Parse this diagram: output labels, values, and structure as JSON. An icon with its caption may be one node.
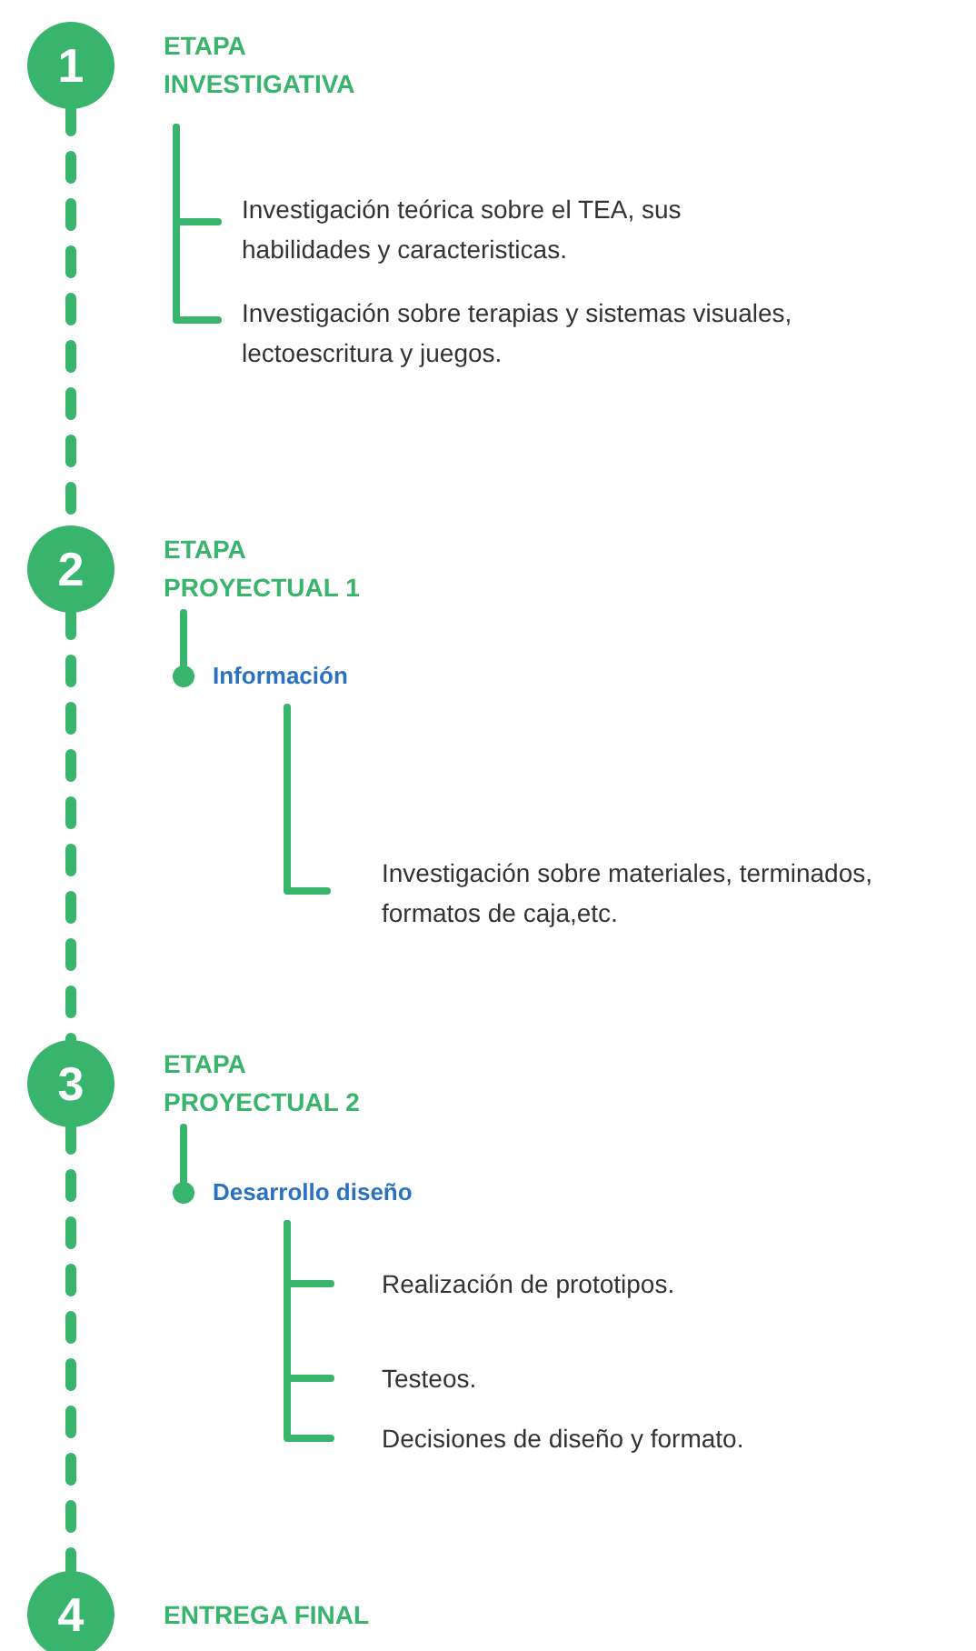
{
  "diagram": {
    "nodes": [
      {
        "text": [
          "1",
          "ETAPA INVESTIGATIVA"
        ]
      },
      {
        "text": [
          "Investigación teórica sobre el TEA, sus habilidades y caracteristicas."
        ]
      },
      {
        "text": [
          "Investigación sobre terapias y sistemas visuales, lectoescritura y juegos."
        ]
      },
      {
        "text": [
          "2",
          "ETAPA PROYECTUAL 1"
        ]
      },
      {
        "text": [
          "Información"
        ]
      },
      {
        "text": [
          "Investigación sobre materiales, terminados, formatos de caja,etc."
        ]
      },
      {
        "text": [
          "3",
          "ETAPA PROYECTUAL 2"
        ]
      },
      {
        "text": [
          "Desarrollo diseño"
        ]
      },
      {
        "text": [
          "Realización de prototipos."
        ]
      },
      {
        "text": [
          "Testeos."
        ]
      },
      {
        "text": [
          "Decisiones de diseño y formato."
        ]
      },
      {
        "text": [
          "4",
          "ENTREGA FINAL"
        ]
      }
    ],
    "edges": [
      {
        "from": 0,
        "to": 3,
        "arrow": "none",
        "style": "dashed"
      },
      {
        "from": 3,
        "to": 6,
        "arrow": "none",
        "style": "dashed"
      },
      {
        "from": 6,
        "to": 11,
        "arrow": "none",
        "style": "dashed"
      },
      {
        "from": 0,
        "to": 1,
        "arrow": "none"
      },
      {
        "from": 0,
        "to": 2,
        "arrow": "none"
      },
      {
        "from": 3,
        "to": 4,
        "arrow": "other"
      },
      {
        "from": 4,
        "to": 5,
        "arrow": "none"
      },
      {
        "from": 6,
        "to": 7,
        "arrow": "other"
      },
      {
        "from": 7,
        "to": 8,
        "arrow": "none"
      },
      {
        "from": 7,
        "to": 9,
        "arrow": "none"
      },
      {
        "from": 7,
        "to": 10,
        "arrow": "none"
      }
    ]
  }
}
